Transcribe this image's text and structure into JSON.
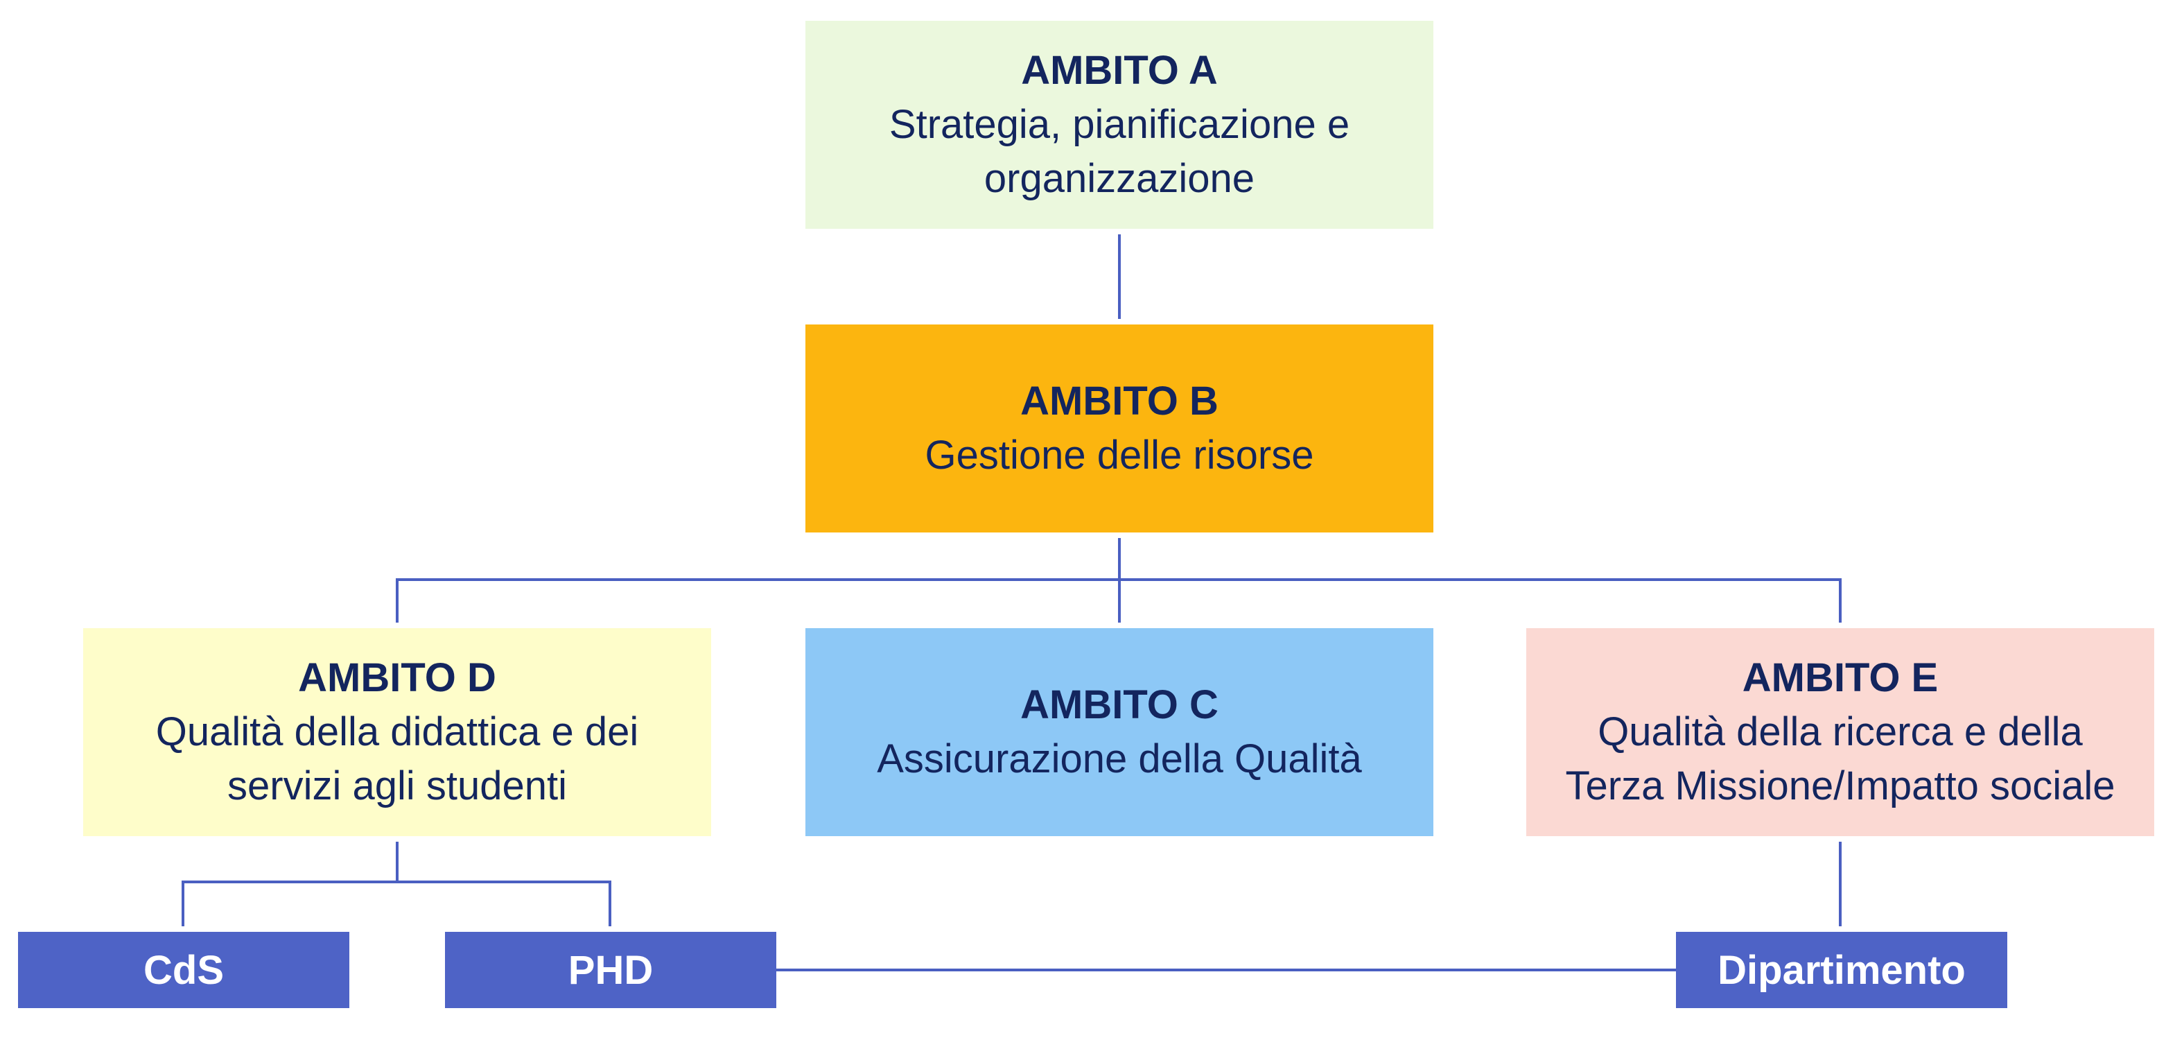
{
  "colors": {
    "connector": "#4a5fc1",
    "text": "#13255e",
    "ambito_a": "#ebf8dd",
    "ambito_b": "#fcb50f",
    "ambito_c": "#8dc8f6",
    "ambito_d": "#fefdca",
    "ambito_e": "#fbd9d3",
    "leaf": "#4e63c6"
  },
  "ambiti": {
    "a": {
      "title": "AMBITO A",
      "line1": "Strategia, pianificazione e",
      "line2": "organizzazione"
    },
    "b": {
      "title": "AMBITO B",
      "line1": "Gestione delle risorse"
    },
    "c": {
      "title": "AMBITO C",
      "line1": "Assicurazione della Qualità"
    },
    "d": {
      "title": "AMBITO D",
      "line1": "Qualità della didattica e dei",
      "line2": "servizi agli studenti"
    },
    "e": {
      "title": "AMBITO E",
      "line1": "Qualità della ricerca e della",
      "line2": "Terza Missione/Impatto sociale"
    }
  },
  "leaves": {
    "cds": "CdS",
    "phd": "PHD",
    "dipartimento": "Dipartimento"
  }
}
